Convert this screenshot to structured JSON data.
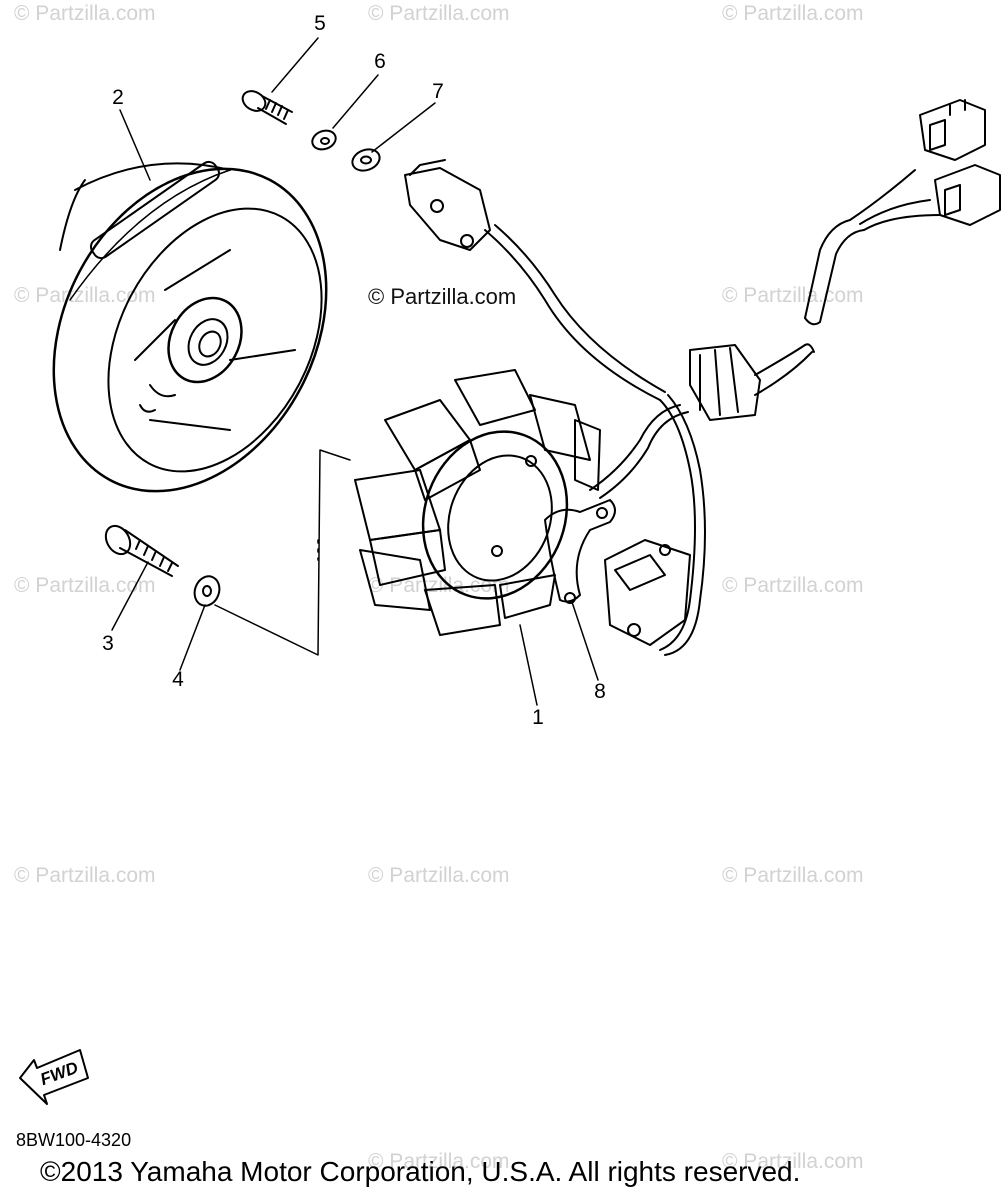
{
  "watermark": "© Partzilla.com",
  "center_watermark": "© Partzilla.com",
  "callouts": [
    "1",
    "2",
    "3",
    "4",
    "5",
    "6",
    "7",
    "8"
  ],
  "fwd_label": "FWD",
  "part_code": "8BW100-4320",
  "copyright": "©2013 Yamaha Motor Corporation, U.S.A. All rights reserved."
}
